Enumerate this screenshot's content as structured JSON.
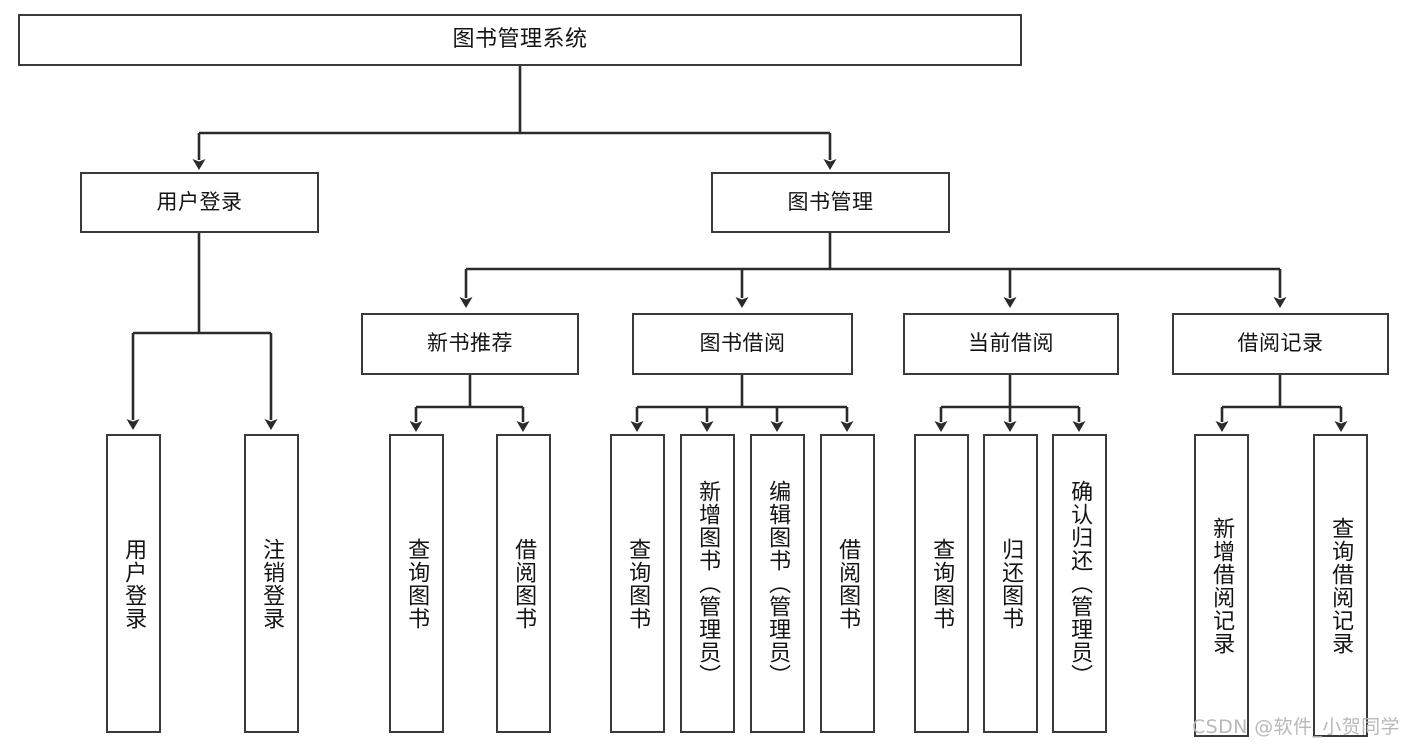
{
  "diagram": {
    "title": "图书管理系统",
    "type": "tree-structure-chart",
    "watermark": "CSDN @软件_小贺同学",
    "colors": {
      "background": "#ffffff",
      "node_border": "#3a3a3a",
      "node_fill": "#ffffff",
      "edge": "#2b2b2b",
      "text": "#141414",
      "watermark": "#b9b9b9"
    },
    "root": {
      "label": "图书管理系统"
    },
    "level2": [
      {
        "label": "用户登录"
      },
      {
        "label": "图书管理"
      }
    ],
    "level3": [
      {
        "label": "新书推荐"
      },
      {
        "label": "图书借阅"
      },
      {
        "label": "当前借阅"
      },
      {
        "label": "借阅记录"
      }
    ],
    "leaves": {
      "user_login": [
        {
          "label": "用户登录"
        },
        {
          "label": "注销登录"
        }
      ],
      "new_book_recommend": [
        {
          "label": "查询图书"
        },
        {
          "label": "借阅图书"
        }
      ],
      "book_borrow": [
        {
          "label": "查询图书"
        },
        {
          "label": "新增图书（管理员）"
        },
        {
          "label": "编辑图书（管理员）"
        },
        {
          "label": "借阅图书"
        }
      ],
      "current_borrow": [
        {
          "label": "查询图书"
        },
        {
          "label": "归还图书"
        },
        {
          "label": "确认归还（管理员）"
        }
      ],
      "borrow_record": [
        {
          "label": "新增借阅记录"
        },
        {
          "label": "查询借阅记录"
        }
      ]
    }
  }
}
